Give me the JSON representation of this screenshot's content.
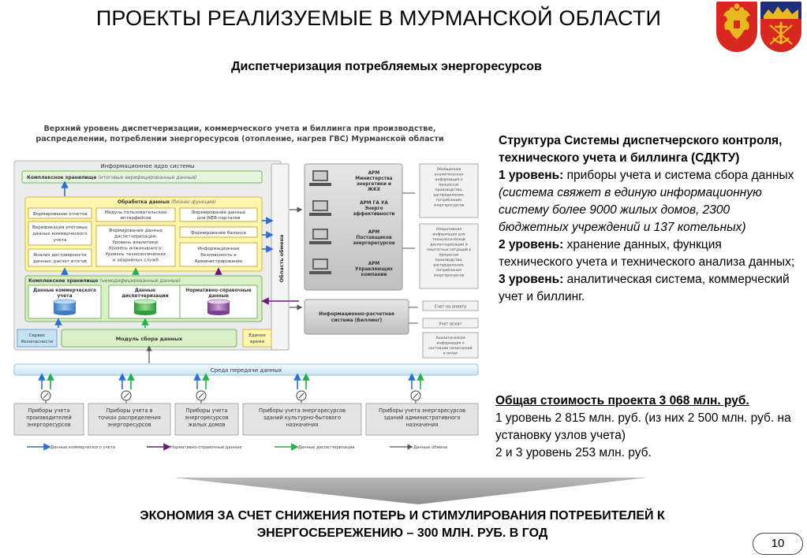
{
  "header": {
    "title": "ПРОЕКТЫ РЕАЛИЗУЕМЫЕ В МУРМАНСКОЙ ОБЛАСТИ",
    "subtitle": "Диспетчеризация потребляемых энергоресурсов"
  },
  "diagram": {
    "heading_line1": "Верхний уровень диспетчеризации, коммерческого учета и биллинга при производстве,",
    "heading_line2": "распределении, потреблении энергоресурсов (отопление, нагрев ГВС) Мурманской области",
    "core_title": "Информационное ядро системы",
    "storage_top_label": "Комплексное хранилище",
    "storage_top_note": "(итоговые верифицированные данные)",
    "processing_label": "Обработка данных",
    "processing_note": "(бизнес-функции)",
    "processing_items": {
      "reports": "Формирование отчетов",
      "verification": [
        "Верификация итоговых",
        "данных коммерческого",
        "учета"
      ],
      "analysis": [
        "Анализ достоверности",
        "данных, расчет итогов"
      ],
      "interfaces": [
        "Модуль пользовательских",
        "интерфейсов"
      ],
      "dispatch": [
        "Формирование данных",
        "диспетчеризации:",
        "Уровень аналитики;",
        "Уровень инжиниринга;",
        "Уровень технологических",
        "и аварийных служб"
      ],
      "web": [
        "Формирование данных",
        "для WEB-порталов"
      ],
      "balance": "Формирование баланса",
      "security": [
        "Информационная",
        "безопасность и",
        "Администрирование"
      ]
    },
    "storage_bottom_label": "Комплексное хранилище",
    "storage_bottom_note": "(немодифицированные данные)",
    "db_commercial": [
      "Данные коммерческого",
      "учета"
    ],
    "db_dispatch": [
      "Данные",
      "диспетчеризации"
    ],
    "db_reference": [
      "Нормативно-справочные",
      "данные"
    ],
    "security_service": [
      "Сервис",
      "безопасности"
    ],
    "collection_module": "Модуль сбора данных",
    "single_time": [
      "Единое",
      "время"
    ],
    "exchange_area": "Область обмена",
    "arm_items": [
      [
        "АРМ",
        "Министерства",
        "энергетики и",
        "ЖКХ"
      ],
      [
        "АРМ ГА УА",
        "Энерго",
        "эффективности"
      ],
      [
        "АРМ",
        "Поставщиков",
        "энергоресурсов"
      ],
      [
        "АРМ",
        "Управляющих",
        "компании"
      ]
    ],
    "info_general": [
      "Обобщенная",
      "аналитическая",
      "информация о",
      "процессах",
      "производства,",
      "распределения,",
      "потребления",
      "энергоресурсов"
    ],
    "info_operational": [
      "Оперативная",
      "информация для",
      "технологической",
      "диспетчеризации и",
      "нештатных ситуаций в",
      "процессах",
      "производства,",
      "распределения,",
      "потребления",
      "энергоресурсов"
    ],
    "billing_system": [
      "Информационно-расчетная",
      "система (Биллинг)"
    ],
    "billing_items": [
      "Счет на оплату",
      "Учет оплат"
    ],
    "billing_info": [
      "Аналитическая",
      "информация о",
      "состоянии начислений",
      "и оплат"
    ],
    "transfer_env": "Среда передачи данных",
    "devices": [
      [
        "Приборы учета",
        "производителей",
        "энергоресурсов"
      ],
      [
        "Приборы учета в",
        "точках распределения",
        "энергоресурсов"
      ],
      [
        "Приборы учета",
        "энергоресурсов",
        "жилых домов"
      ],
      [
        "Приборы учета энергоресурсов",
        "зданий культурно-бытового",
        "назначения"
      ],
      [
        "Приборы учета энергоресурсов",
        "зданий административного",
        "назначения"
      ]
    ],
    "legend": [
      {
        "label": "Данные коммерческого учета",
        "color": "#2f6fd0"
      },
      {
        "label": "Нормативно-справочные данные",
        "color": "#6a1b7a"
      },
      {
        "label": "Данные диспетчеризации",
        "color": "#22b14c"
      },
      {
        "label": "Данные обмена",
        "color": "#555555"
      }
    ]
  },
  "structure": {
    "heading": "Структура Системы диспетчерского контроля, технического учета и биллинга (СДКТУ)",
    "level1_label": "1 уровень:",
    "level1_text": " приборы учета и система сбора данных ",
    "level1_italic": "(система свяжет в единую информационную систему более 9000 жилых домов, 2300 бюджетных учреждений и 137 котельных)",
    "level2_label": "2 уровень:",
    "level2_text": " хранение данных, функция технического учета и технического анализа данных;",
    "level3_label": "3 уровень:",
    "level3_text": " аналитическая система, коммерческий учет и биллинг."
  },
  "cost": {
    "heading": "Общая стоимость проекта 3 068 млн. руб.",
    "line1": "1 уровень 2 815 млн. руб. (из них 2 500 млн. руб. на установку узлов учета)",
    "line2": "2 и 3 уровень 253 млн. руб."
  },
  "footer": {
    "line1": "ЭКОНОМИЯ ЗА СЧЕТ СНИЖЕНИЯ ПОТЕРЬ И СТИМУЛИРОВАНИЯ ПОТРЕБИТЕЛЕЙ К",
    "line2": "ЭНЕРГОСБЕРЕЖЕНИЮ – 300 МЛН. РУБ. В ГОД",
    "page_number": "10"
  },
  "colors": {
    "arrow_blue": "#2f6fd0",
    "arrow_purple": "#6a1b7a",
    "arrow_green": "#22b14c",
    "arrow_gray": "#555555",
    "emblem_red": "#d8271f",
    "emblem_gold": "#e8b820",
    "core_yellow": "#fff6b0",
    "box_green": "#d9efc6"
  }
}
